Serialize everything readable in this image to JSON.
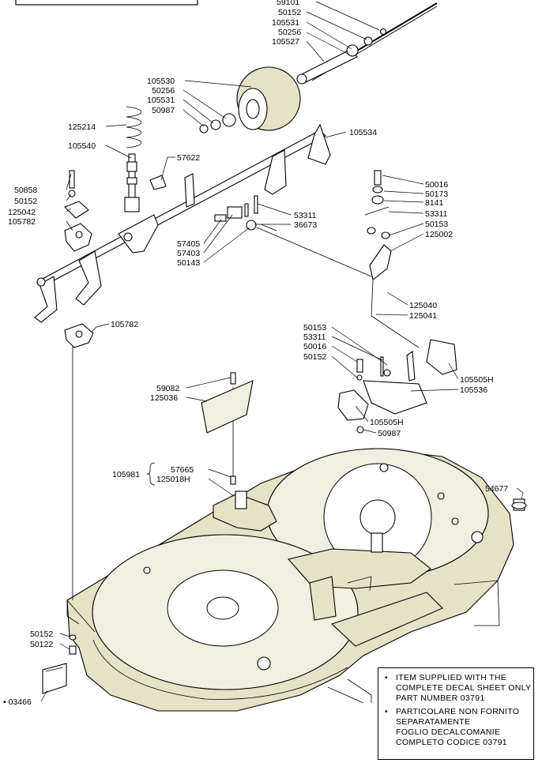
{
  "header": {
    "title_fragment": ""
  },
  "labels": {
    "p59101": "59101",
    "p50152_top": "50152",
    "p105531_top": "105531",
    "p50256_top": "50256",
    "p105527": "105527",
    "p105530": "105530",
    "p50256_mid": "50256",
    "p105531_mid": "105531",
    "p50987_top": "50987",
    "p125214": "125214",
    "p105540": "105540",
    "p105534": "105534",
    "p57622": "57622",
    "p50858": "50858",
    "p50152_left": "50152",
    "p125042": "125042",
    "p105782_top": "105782",
    "p53311_a": "53311",
    "p36673": "36673",
    "p57405": "57405",
    "p57403": "57403",
    "p50143": "50143",
    "p50016_r": "50016",
    "p50173": "50173",
    "p8141": "8141",
    "p53311_r": "53311",
    "p50153_r": "50153",
    "p125002": "125002",
    "p125040": "125040",
    "p125041": "125041",
    "p105782_mid": "105782",
    "p50153_c": "50153",
    "p53311_c": "53311",
    "p50016_c": "50016",
    "p50152_c": "50152",
    "p105505H_a": "105505H",
    "p105536": "105536",
    "p105505H_b": "105505H",
    "p50987_c": "50987",
    "p59082": "59082",
    "p125036": "125036",
    "p105981": "105981",
    "p57665": "57665",
    "p125018H": "125018H",
    "p54677": "54677",
    "p50152_bot": "50152",
    "p50122": "50122",
    "p03466": "• 03466"
  },
  "notes": {
    "item_en": {
      "bullet": "•",
      "lines": [
        "ITEM SUPPLIED WITH THE",
        "COMPLETE DECAL SHEET ONLY",
        "PART NUMBER 03791"
      ]
    },
    "item_it": {
      "bullet": "•",
      "lines": [
        "PARTICOLARE NON FORNITO",
        "SEPARATAMENTE",
        "FOGLIO DECALCOMANIE",
        "COMPLETO CODICE 03791"
      ]
    }
  },
  "colors": {
    "deck_fill": "#e6e2c8",
    "line": "#000000",
    "background": "#ffffff"
  }
}
